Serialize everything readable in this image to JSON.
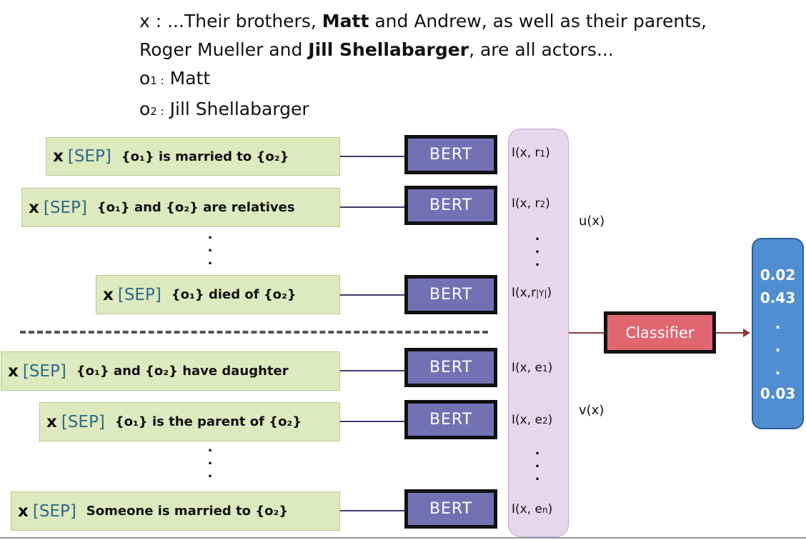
{
  "header": {
    "x_prefix": "x : ...Their brothers, ",
    "o1_name": "Matt",
    "x_mid": " and Andrew, as well as their parents,",
    "x_line2_pre": "Roger Mueller and ",
    "o2_name": "Jill Shellabarger",
    "x_line2_post": ", are all actors...",
    "o1_label": "o",
    "o1_sub": "1 :",
    "o1_value": "Matt",
    "o2_label": "o",
    "o2_sub": "2 :",
    "o2_value": "Jill Shellabarger"
  },
  "templates": [
    {
      "x": "x",
      "sep": "[SEP]",
      "text": "{o₁} is married to {o₂}"
    },
    {
      "x": "x",
      "sep": "[SEP]",
      "text": "{o₁} and {o₂} are relatives"
    },
    {
      "x": "x",
      "sep": "[SEP]",
      "text": "{o₁} died of  {o₂}"
    },
    {
      "x": "x",
      "sep": "[SEP]",
      "text": "{o₁} and {o₂} have daughter"
    },
    {
      "x": "x",
      "sep": "[SEP]",
      "text": "{o₁} is the parent of {o₂}"
    },
    {
      "x": "x",
      "sep": "[SEP]",
      "text": "Someone is married to {o₂}"
    }
  ],
  "bert_label": "BERT",
  "reprs": [
    {
      "main": "I(x, r",
      "sub": "1",
      "close": ")"
    },
    {
      "main": "I(x, r",
      "sub": "2",
      "close": ")"
    },
    {
      "main": "I(x,r",
      "sub": "|Y|",
      "close": ")"
    },
    {
      "main": "I(x, e",
      "sub": "1",
      "close": ")"
    },
    {
      "main": "I(x, e",
      "sub": "2",
      "close": ")"
    },
    {
      "main": "I(x, e",
      "sub": "n",
      "close": ")"
    }
  ],
  "group_labels": {
    "u": "u(x)",
    "v": "v(x)"
  },
  "dots": ".",
  "classifier_label": "Classifier",
  "output_values": [
    "0.02",
    "0.43",
    "0.03"
  ]
}
